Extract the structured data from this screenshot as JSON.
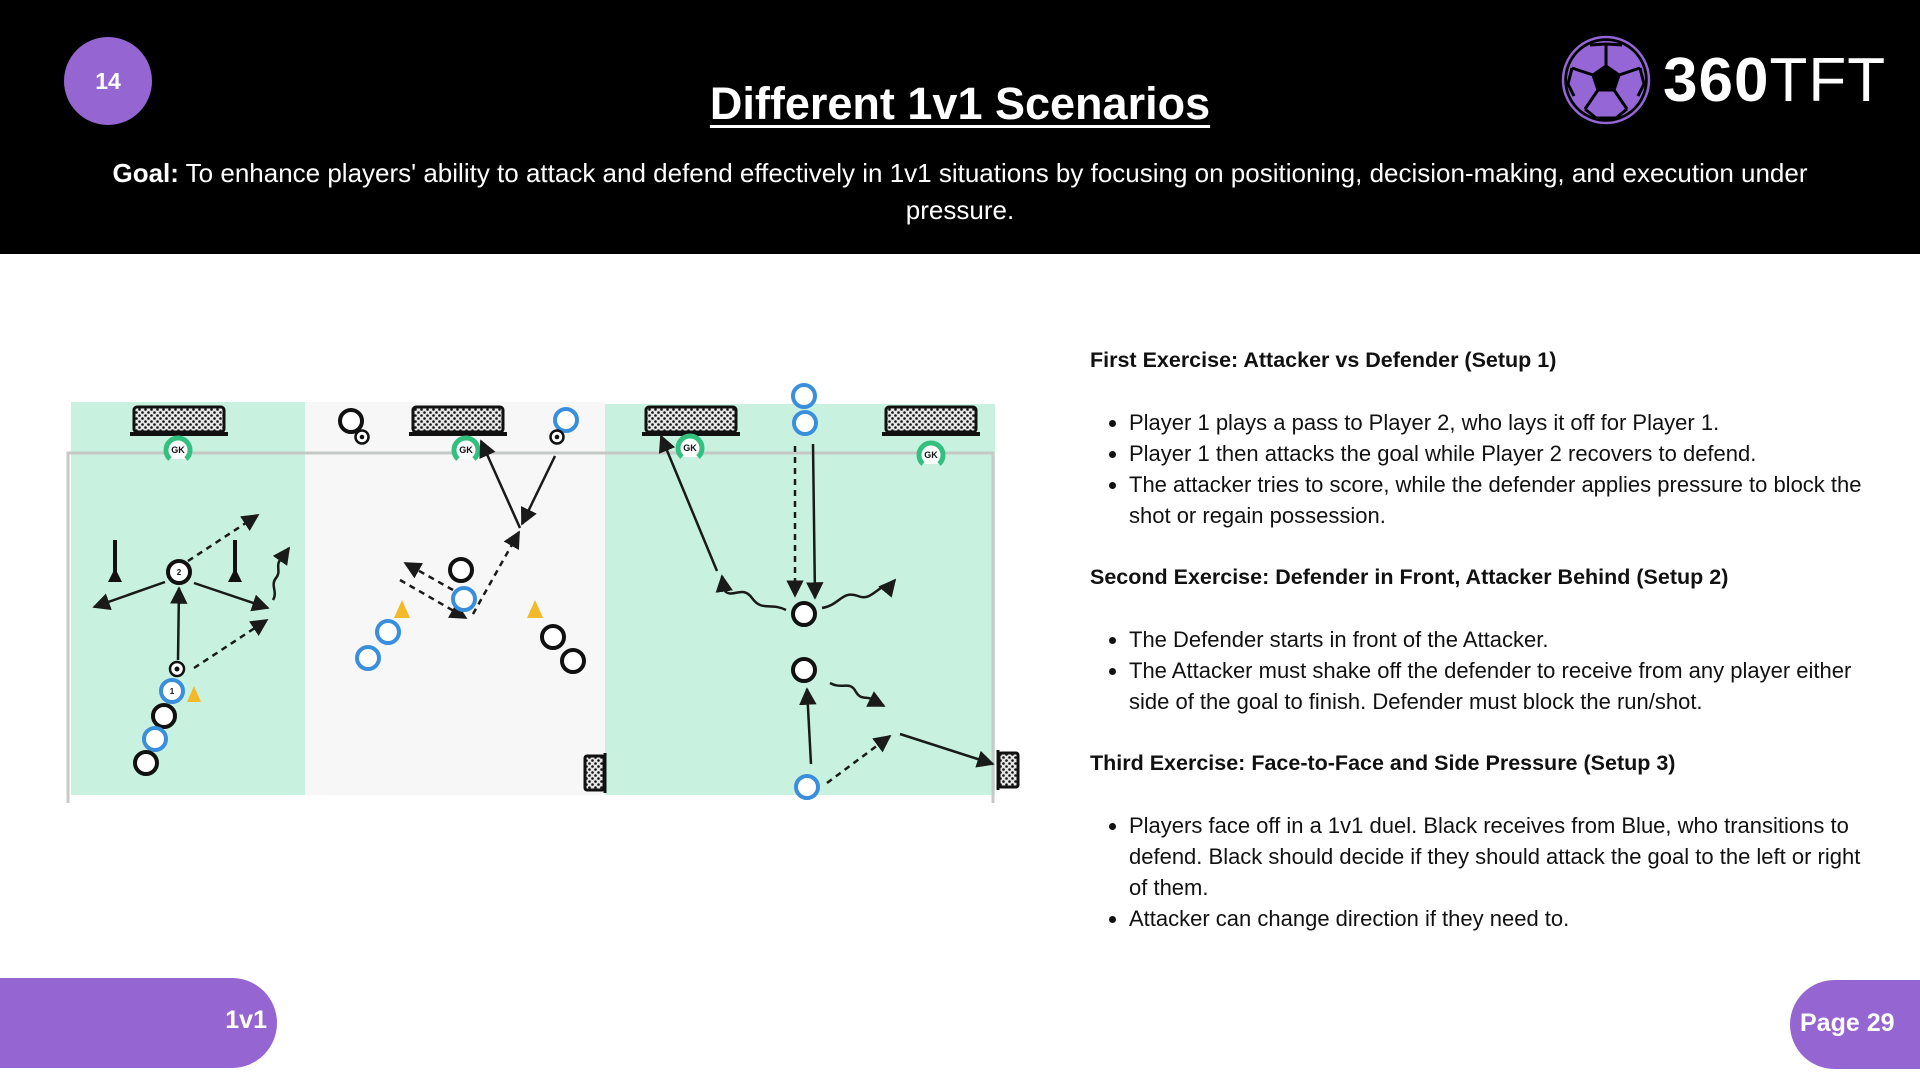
{
  "header": {
    "slide_number": "14",
    "title": "Different 1v1 Scenarios",
    "goal_label": "Goal:",
    "goal_text": " To enhance players' ability to attack and defend effectively in 1v1 situations by focusing on positioning, decision-making, and execution under pressure.",
    "logo": {
      "bold": "360",
      "light": "TFT",
      "icon": "soccer-ball-icon"
    }
  },
  "diagram": {
    "gk_label": "GK",
    "player_labels": {
      "p1": "1",
      "p2": "2"
    },
    "colors": {
      "pitch_green": "#c8f2df",
      "pitch_white": "#f7f7f7",
      "blue_player": "#3a8fdc",
      "black_player": "#111111",
      "cone": "#f2b928",
      "gk": "#33c07f"
    }
  },
  "exercises": [
    {
      "title": "First Exercise: Attacker vs Defender (Setup 1)",
      "bullets": [
        "Player 1 plays a pass to Player 2, who lays it off for Player 1.",
        "Player 1 then attacks the goal while Player 2 recovers to defend.",
        "The attacker tries to score, while the defender applies pressure to block the shot or regain possession."
      ]
    },
    {
      "title": "Second Exercise: Defender in Front, Attacker Behind (Setup 2)",
      "bullets": [
        "The Defender starts in front of the Attacker.",
        "The Attacker must shake off the defender to receive from any player either side of the goal to finish.  Defender must block the run/shot."
      ]
    },
    {
      "title": "Third Exercise: Face-to-Face and Side Pressure (Setup 3)",
      "bullets": [
        "Players face off in a 1v1 duel. Black receives from Blue, who transitions to defend.  Black should decide if they should attack the goal to the left or right of them.",
        "Attacker can change direction if they need to."
      ]
    }
  ],
  "footer": {
    "topic": "1v1",
    "page": "Page 29"
  },
  "brand": {
    "accent": "#9566d2",
    "header_bg": "#000000"
  }
}
